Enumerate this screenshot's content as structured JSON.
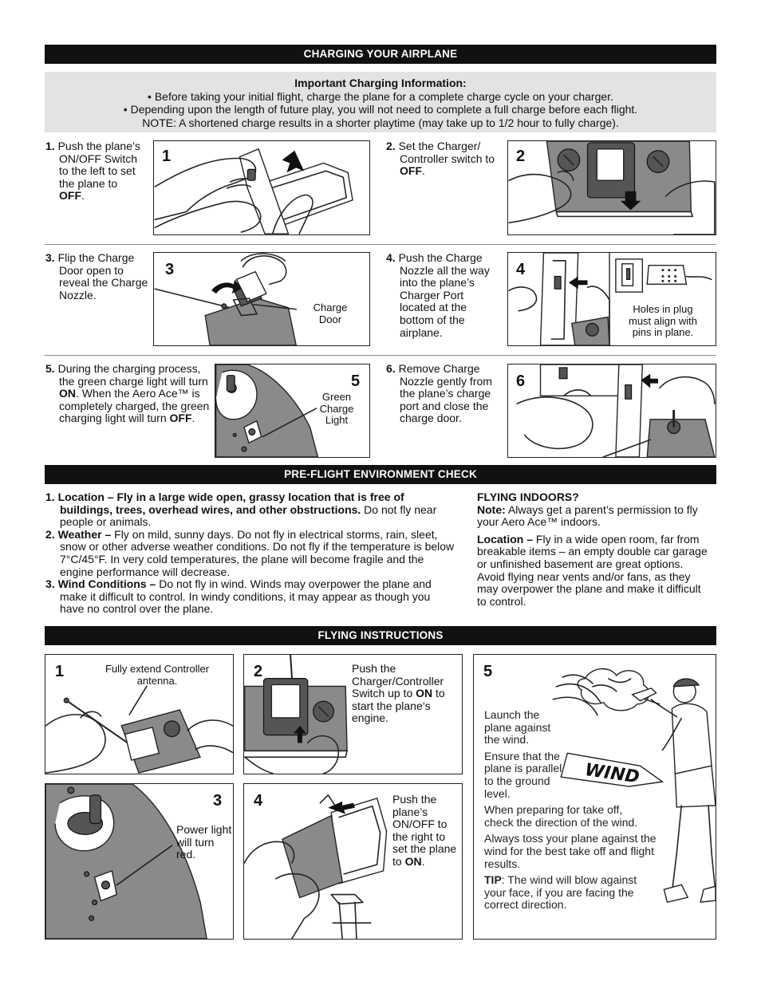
{
  "charging": {
    "header": "CHARGING YOUR AIRPLANE",
    "info_title": "Important Charging Information:",
    "info_line1": "• Before taking your initial flight, charge the plane for a complete charge cycle on your charger.",
    "info_line2": "• Depending upon the length of future play, you will not need to complete a full charge before each flight.",
    "info_line3": "NOTE: A shortened charge results in a shorter playtime (may take up to 1/2 hour to fully charge).",
    "steps": [
      {
        "num": "1.",
        "text_a": "Push the plane’s ON/OFF Switch to the left to set the plane to ",
        "bold": "OFF",
        "text_b": ".",
        "fig": "1"
      },
      {
        "num": "2.",
        "text_a": "Set the Charger/ Controller switch to ",
        "bold": "OFF",
        "text_b": ".",
        "fig": "2"
      },
      {
        "num": "3.",
        "text_a": "Flip the Charge Door open to reveal the Charge Nozzle.",
        "fig": "3",
        "caption": "Charge Door"
      },
      {
        "num": "4.",
        "text_a": "Push the Charge Nozzle all the way into the plane’s Charger Port located at the bottom of the airplane.",
        "fig": "4",
        "caption": "Holes in plug must align with pins in plane."
      },
      {
        "num": "5.",
        "text_a": "During the charging process, the green charge light will turn ",
        "bold": "ON",
        "text_b": ". When the Aero Ace™ is completely charged, the green charging light will turn ",
        "bold2": "OFF",
        "text_c": ".",
        "fig": "5",
        "caption": "Green Charge Light"
      },
      {
        "num": "6.",
        "text_a": "Remove Charge Nozzle gently from the plane’s charge port and close the charge door.",
        "fig": "6"
      }
    ]
  },
  "preflight": {
    "header": "PRE-FLIGHT ENVIRONMENT CHECK",
    "items": [
      {
        "num": "1.",
        "label": "Location – Fly in a large wide open, grassy location that is free of buildings, trees, overhead wires, and other obstructions.",
        "text": " Do not fly near people or animals."
      },
      {
        "num": "2.",
        "label": "Weather –",
        "text": " Fly on mild, sunny days. Do not fly in electrical storms, rain, sleet, snow or other adverse weather conditions. Do not fly if the temperature is below 7°C/45°F. In very cold temperatures, the plane will become fragile and the engine performance will decrease."
      },
      {
        "num": "3.",
        "label": "Wind Conditions –",
        "text": " Do not fly in wind. Winds may overpower the plane and make it difficult to control. In windy conditions, it may appear as though you have no control over the plane."
      }
    ],
    "indoors_title": "FLYING INDOORS?",
    "note_label": "Note:",
    "note_text": " Always get a parent’s permission to fly your Aero Ace™ indoors.",
    "loc_label": "Location –",
    "loc_text": " Fly in a wide open room, far from breakable items – an empty double car garage or unfinished basement are great options. Avoid flying near vents and/or fans, as they may overpower the plane and make it difficult to control."
  },
  "flying": {
    "header": "FLYING INSTRUCTIONS",
    "p1": {
      "num": "1",
      "text": "Fully extend Controller antenna."
    },
    "p2": {
      "num": "2",
      "text_a": "Push the Charger/Controller Switch up to ",
      "bold": "ON",
      "text_b": " to start the plane’s engine."
    },
    "p3": {
      "num": "3",
      "text": "Power light will turn red."
    },
    "p4": {
      "num": "4",
      "text_a": "Push the plane’s ON/OFF to the right to set the plane to ",
      "bold": "ON",
      "text_b": "."
    },
    "p5": {
      "num": "5",
      "t1": "Launch the plane against the wind.",
      "t2": "Ensure that the plane is parallel to the ground level.",
      "t3": "When preparing for take off, check the direction of the wind.",
      "t4": "Always toss your plane against the wind for the best take off and flight results.",
      "tip_label": "TIP",
      "tip_text": ": The wind will blow against your face, if you are facing the correct direction.",
      "wind_label": "WIND"
    }
  }
}
